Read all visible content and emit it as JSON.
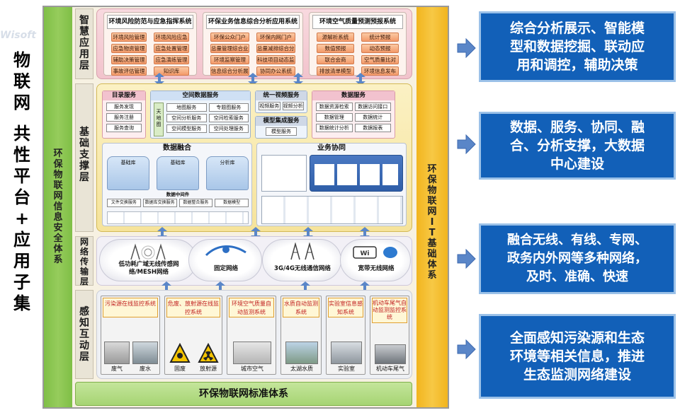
{
  "left_title": [
    "物",
    "联",
    "网",
    "",
    "共",
    "性",
    "平",
    "台",
    "+",
    "应",
    "用",
    "子",
    "集"
  ],
  "security_column": [
    "环",
    "保",
    "物",
    "联",
    "网",
    "信",
    "息",
    "安",
    "全",
    "体",
    "系"
  ],
  "iot_column": [
    "环",
    "保",
    "物",
    "联",
    "网",
    "I",
    "T",
    "基",
    "础",
    "体",
    "系"
  ],
  "layers": {
    "app": [
      "智",
      "慧",
      "应",
      "用",
      "层"
    ],
    "support": [
      "基",
      "础",
      "支",
      "撑",
      "层"
    ],
    "network": [
      "网",
      "络",
      "传",
      "输",
      "层"
    ],
    "sensing": [
      "感",
      "知",
      "互",
      "动",
      "层"
    ]
  },
  "app_systems": [
    {
      "title": "环境风险防范与应急指挥系统",
      "items": [
        "环境风险管理",
        "环境风险应急",
        "应急物资管理",
        "应急处置管理",
        "辅助决策管理",
        "应急演练管理",
        "事故评估管理",
        "知识库"
      ]
    },
    {
      "title": "环保业务信息综合分析应用系统",
      "items": [
        "环保公众门户",
        "环保内网门户",
        "总量管理综合业务",
        "总量减排综合分析",
        "环境监察管理",
        "科技项目动态监管",
        "信息综合分析展现",
        "协同办公系统"
      ]
    },
    {
      "title": "环境空气质量预测预报系统",
      "items": [
        "源解析系统",
        "统计预报",
        "数值预报",
        "动态预报",
        "联合会商",
        "空气质量比对",
        "排放清单模型",
        "环境信息发布"
      ]
    }
  ],
  "support": {
    "catalog": {
      "title": "目录服务",
      "items": [
        "服务发现",
        "服务注册",
        "服务查询"
      ]
    },
    "spatial": {
      "title": "空间数据服务",
      "center": "天地图",
      "items": [
        "地图服务",
        "专题图服务",
        "空间分析服务",
        "空间检索服务",
        "空间模型服务",
        "空间处理服务"
      ]
    },
    "video": {
      "title": "统一视频服务",
      "items": [
        "视频服务",
        "视频分析"
      ]
    },
    "model": {
      "title": "模型集成服务",
      "items": [
        "模型服务"
      ]
    },
    "data": {
      "title": "数据服务",
      "items": [
        "数据资源检索",
        "数据访问接口",
        "数据管理",
        "数据统计",
        "数据统计分析",
        "数据报表"
      ]
    },
    "fusion": {
      "title": "数据融合",
      "dbs": [
        "基础库",
        "基础库",
        "分析库"
      ],
      "middleware": "数据中间件",
      "bottom": [
        "文件交换服务",
        "数据库交换服务",
        "数据整合服务",
        "数据模型"
      ]
    },
    "collab": {
      "title": "业务协同"
    }
  },
  "network": [
    {
      "label": "低功耗广域无线传感网络/MESH网络"
    },
    {
      "label": "固定网络"
    },
    {
      "label": "3G/4G无线通信网络"
    },
    {
      "label": "宽带无线网络"
    }
  ],
  "sensing": [
    {
      "title": "污染源在线监控系统",
      "captions": [
        "废气",
        "废水"
      ]
    },
    {
      "title": "危废、放射源在线监控系统",
      "captions": [
        "固废",
        "放射源"
      ]
    },
    {
      "title": "环境空气质量自动监测系统",
      "captions": [
        "城市空气"
      ]
    },
    {
      "title": "水质自动监测系统",
      "captions": [
        "太湖水质"
      ]
    },
    {
      "title": "实验室信息感知系统",
      "captions": [
        "实验室"
      ]
    },
    {
      "title": "机动车尾气自动监测监控系统",
      "captions": [
        "机动车尾气"
      ]
    }
  ],
  "standard_bar": "环保物联网标准体系",
  "callouts": [
    [
      "综合分析展示、智能模",
      "型和数据挖掘、联动应",
      "用和调控，辅助决策"
    ],
    [
      "数据、服务、协同、融",
      "合、分析支撑，大数据",
      "中心建设"
    ],
    [
      "融合无线、有线、专网、",
      "政务内外网等多种网络，",
      "及时、准确、快速"
    ],
    [
      "全面感知污染源和生态",
      "环境等相关信息，推进",
      "生态监测网络建设"
    ]
  ],
  "watermark": "Wisoft",
  "colors": {
    "callout_bg": "#1260b8",
    "arrow": "#5a86c8",
    "green": "#7fbf46",
    "orange": "#f2b51e"
  }
}
